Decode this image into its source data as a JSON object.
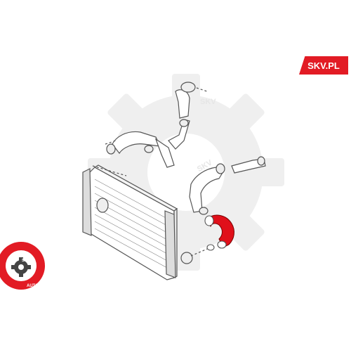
{
  "brand": {
    "label": "SKV.PL",
    "accent": "#e21b24"
  },
  "watermark": {
    "text_upper": "SKV",
    "text_lower": "SKV",
    "gear_color": "#ececec"
  },
  "badge": {
    "top_text": "SKV",
    "ring_text": "AUTO PARTS",
    "color": "#e21b24"
  },
  "diagram": {
    "line_color": "#555555",
    "highlight_color": "#e0101a",
    "highlighted_part": "intercooler-hose"
  }
}
